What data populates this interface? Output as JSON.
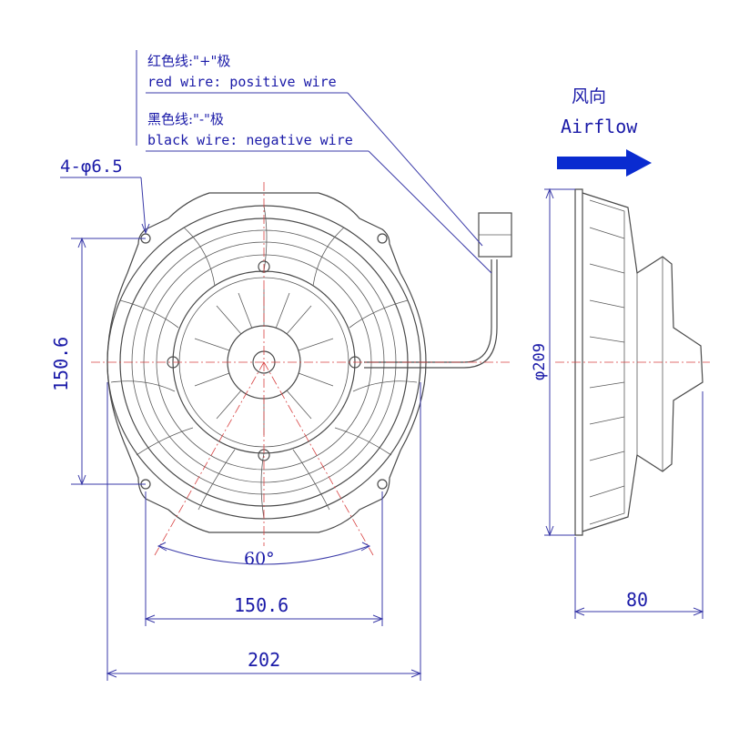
{
  "notes": {
    "red_wire_cn": "红色线:\"+\"极",
    "red_wire_en": "red wire: positive wire",
    "black_wire_cn": "黑色线:\"-\"极",
    "black_wire_en": "black wire: negative wire"
  },
  "airflow": {
    "cn": "风向",
    "en": "Airflow",
    "arrow_color": "#0a2bd0"
  },
  "dimensions": {
    "holes": "4-φ6.5",
    "hole_spacing_vertical": "150.6",
    "hole_spacing_horizontal": "150.6",
    "overall_width": "202",
    "angle": "60°",
    "diameter": "φ209",
    "depth": "80"
  },
  "colors": {
    "label": "#1a1aa8",
    "part_line": "#4a4a4a",
    "center_line": "#d84040"
  }
}
